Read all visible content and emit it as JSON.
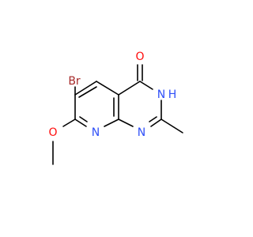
{
  "molecule": {
    "atoms": {
      "br": {
        "label": "Br",
        "color": "#A62929"
      },
      "o_methoxy": {
        "label": "O",
        "color": "#FF0D0D"
      },
      "o_carbonyl": {
        "label": "O",
        "color": "#FF0D0D"
      },
      "n_ring": {
        "label": "N",
        "color": "#3050F8"
      },
      "n_pyrimidine": {
        "label": "N",
        "color": "#3050F8"
      },
      "nh": {
        "label": "N",
        "color": "#3050F8"
      },
      "h": {
        "label": "H",
        "color": "#3050F8"
      }
    },
    "bond_color": "#000000"
  }
}
